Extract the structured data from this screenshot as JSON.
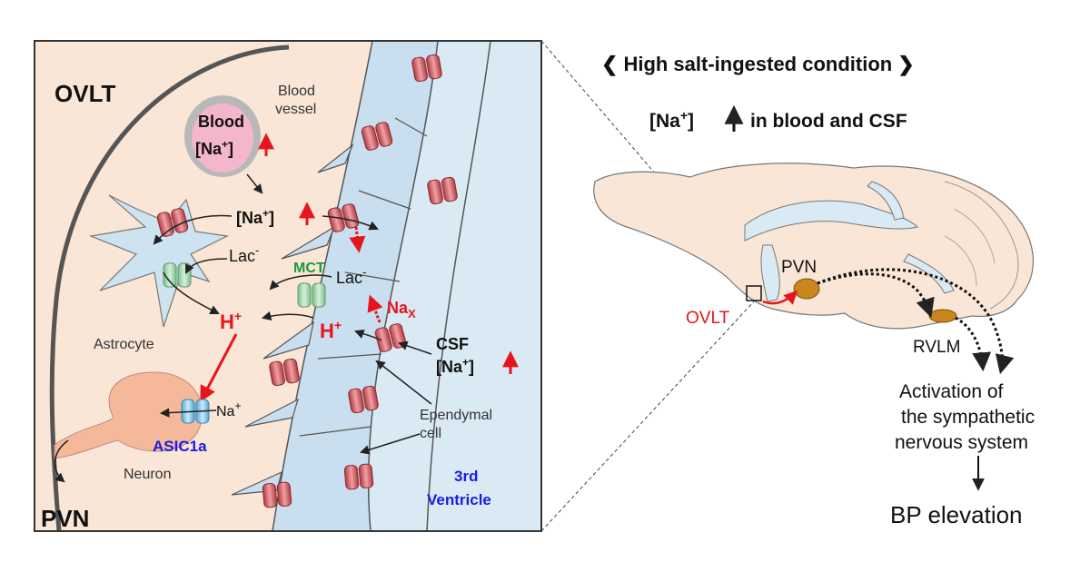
{
  "left_panel": {
    "region_top": "OVLT",
    "region_bottom": "PVN",
    "blood": {
      "title": "Blood",
      "ion": "[Na",
      "sup": "+",
      "close": "]"
    },
    "blood_vessel_label": [
      "Blood",
      "vessel"
    ],
    "na_center": {
      "ion": "[Na",
      "sup": "+",
      "close": "]"
    },
    "lac_left": {
      "text": "Lac",
      "sup": "-"
    },
    "lac_right": {
      "text": "Lac",
      "sup": "-"
    },
    "mct_label": "MCT",
    "h_left": {
      "text": "H",
      "sup": "+"
    },
    "h_right": {
      "text": "H",
      "sup": "+"
    },
    "nax_label": {
      "text": "Na",
      "sub": "X"
    },
    "astrocyte_label": "Astrocyte",
    "csf": {
      "title": "CSF",
      "ion": "[Na",
      "sup": "+",
      "close": "]"
    },
    "na_channel_label": {
      "text": "Na",
      "sup": "+"
    },
    "asic_label": "ASIC1a",
    "neuron_label": "Neuron",
    "ependymal_label": [
      "Ependymal",
      "cell"
    ],
    "ventricle_label": [
      "3rd",
      "Ventricle"
    ]
  },
  "right_panel": {
    "condition_title": "High salt-ingested condition",
    "condition_brackets": [
      "❮",
      "❯"
    ],
    "na_increase": {
      "ion": "[Na",
      "sup": "+",
      "close": "]",
      "suffix": "in blood and CSF"
    },
    "brain_labels": {
      "pvn": "PVN",
      "ovlt": "OVLT",
      "rvlm": "RVLM"
    },
    "outcome": [
      "Activation of",
      "the sympathetic",
      "nervous system"
    ],
    "result": "BP elevation"
  },
  "colors": {
    "tissue": "#f9e6d6",
    "ventricle": "#daeaf5",
    "ependymal": "#c9deee",
    "astrocyte": "#cde3f0",
    "blood": "#f4b6cd",
    "neuron": "#f5b99a",
    "channel_red": "#c9545a",
    "mct_green": "#a8d9b4",
    "asic_blue": "#7fc3e8",
    "accent_red": "#e8141b",
    "accent_green": "#1a9a3c",
    "accent_blue": "#1a1ae6",
    "nucleus": "#c8861c",
    "outline": "#555555"
  }
}
